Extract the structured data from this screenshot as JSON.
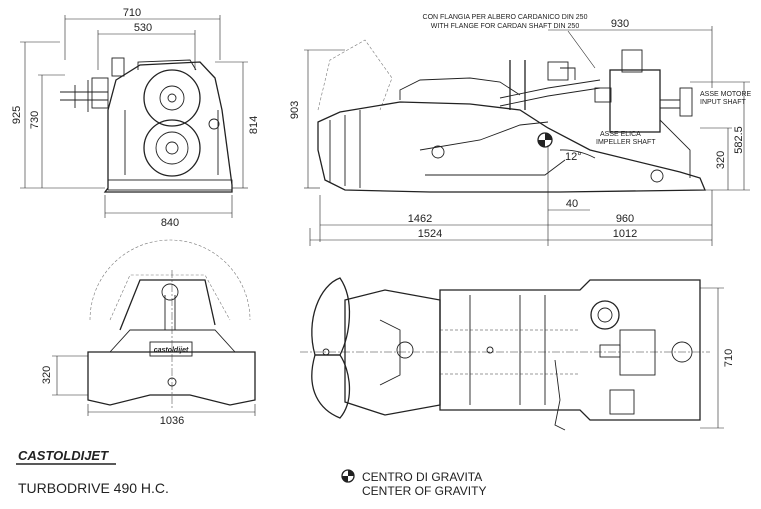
{
  "front_view": {
    "dims": {
      "width_top": "710",
      "width_mid": "530",
      "height_total": "925",
      "height_mid": "730",
      "height_right": "814",
      "width_base": "840"
    }
  },
  "side_view": {
    "dims": {
      "height": "903",
      "len_bottom": "1462",
      "offset": "40",
      "len_right": "960",
      "len_total_left": "1524",
      "len_total_right": "1012",
      "right_len_top": "930",
      "right_h_big": "582.5",
      "right_h_small": "320",
      "angle": "12°"
    },
    "flange_note_it": "CON FLANGIA PER ALBERO CARDANICO DIN 250",
    "flange_note_en": "WITH FLANGE FOR CARDAN SHAFT DIN 250",
    "motor_axis_it": "ASSE MOTORE",
    "motor_axis_en": "INPUT SHAFT",
    "impeller_axis_it": "ASSE ELICA",
    "impeller_axis_en": "IMPELLER SHAFT"
  },
  "rear_view": {
    "dims": {
      "height": "320",
      "width": "1036"
    },
    "plate_text": "castoldijet"
  },
  "top_view": {
    "dims": {
      "width": "710"
    }
  },
  "brand": "CASTOLDIJET",
  "model": "TURBODRIVE 490 H.C.",
  "legend": {
    "it": "CENTRO DI GRAVITA",
    "en": "CENTER OF GRAVITY"
  }
}
